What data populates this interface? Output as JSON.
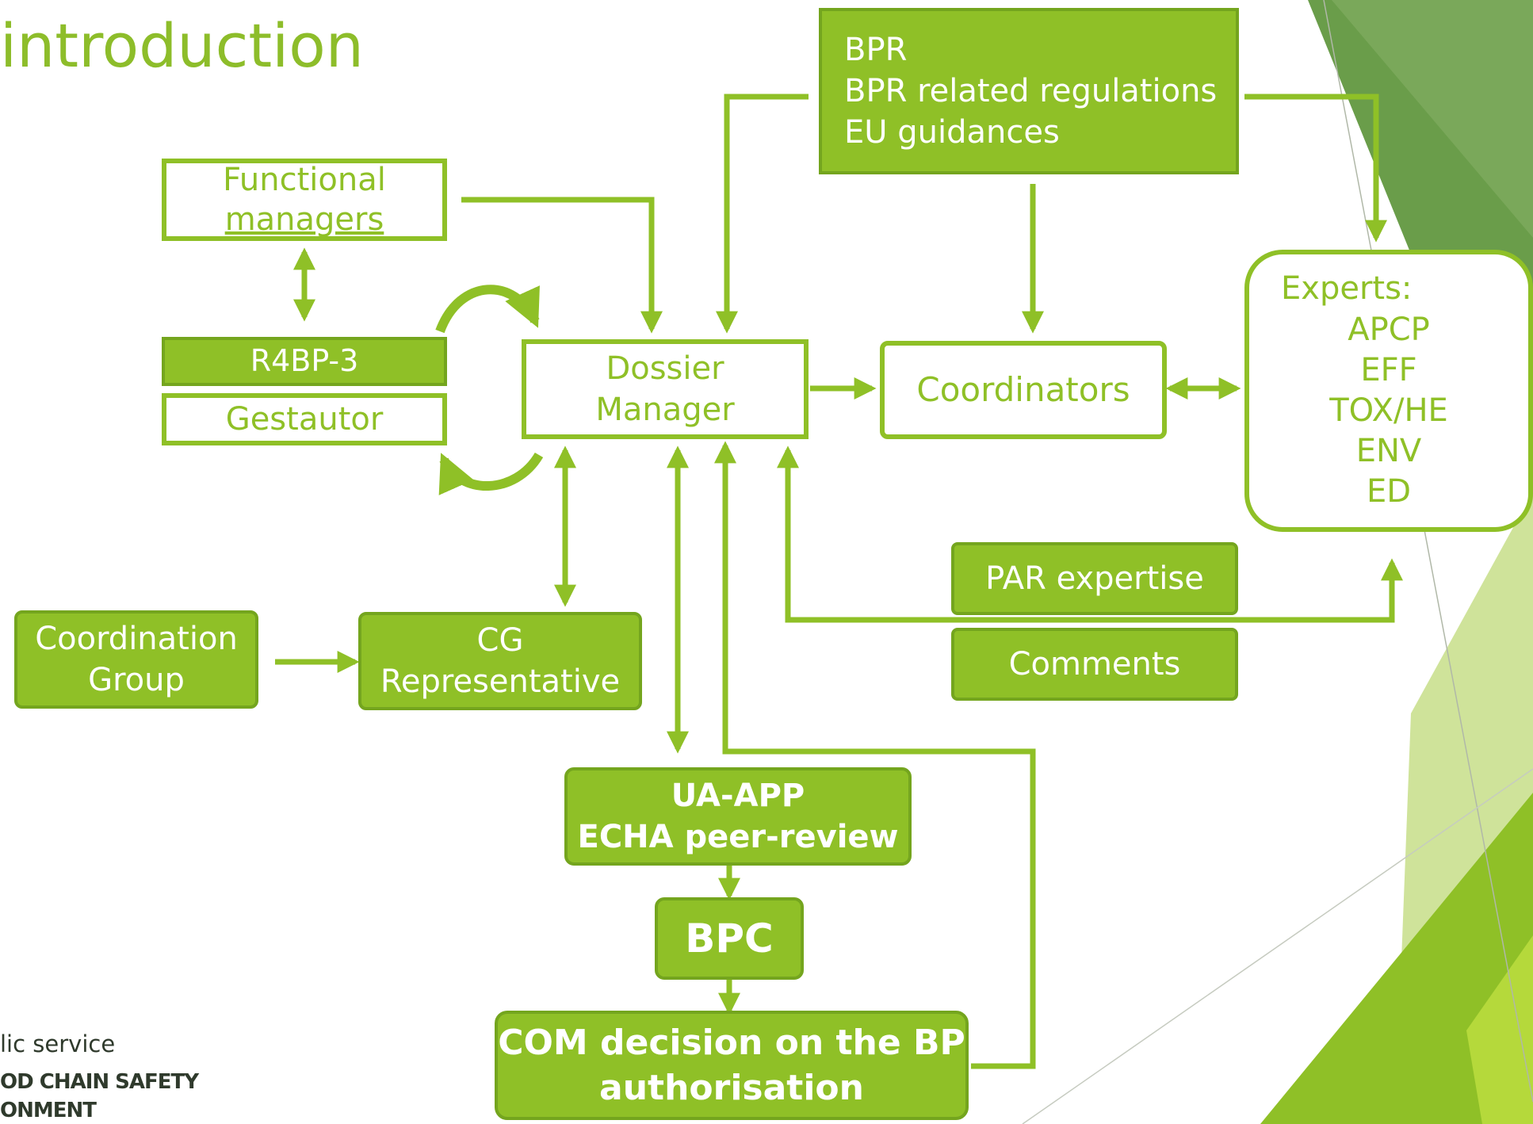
{
  "title": "introduction",
  "colors": {
    "accent": "#8fc027",
    "accent_dark": "#74a51e",
    "text_on_accent": "#ffffff"
  },
  "boxes": {
    "bpr": {
      "lines": [
        "BPR",
        "BPR related regulations",
        "EU guidances"
      ]
    },
    "functional_managers": {
      "lines": [
        "Functional",
        "managers"
      ]
    },
    "r4bp": {
      "lines": [
        "R4BP-3"
      ]
    },
    "gestautor": {
      "lines": [
        "Gestautor"
      ]
    },
    "dossier_manager": {
      "lines": [
        "Dossier",
        "Manager"
      ]
    },
    "coordinators": {
      "lines": [
        "Coordinators"
      ]
    },
    "experts": {
      "heading": "Experts:",
      "items": [
        "APCP",
        "EFF",
        "TOX/HE",
        "ENV",
        "ED"
      ]
    },
    "par_expertise": {
      "lines": [
        "PAR expertise"
      ]
    },
    "comments": {
      "lines": [
        "Comments"
      ]
    },
    "coordination_group": {
      "lines": [
        "Coordination",
        "Group"
      ]
    },
    "cg_representative": {
      "lines": [
        "CG",
        "Representative"
      ]
    },
    "ua_app": {
      "lines": [
        "UA-APP",
        "ECHA peer-review"
      ]
    },
    "bpc": {
      "lines": [
        "BPC"
      ]
    },
    "com_decision": {
      "lines": [
        "COM decision on the BP",
        "authorisation"
      ]
    }
  },
  "footer": {
    "line1": "lic service",
    "line2": "OD CHAIN SAFETY",
    "line3": "ONMENT"
  }
}
